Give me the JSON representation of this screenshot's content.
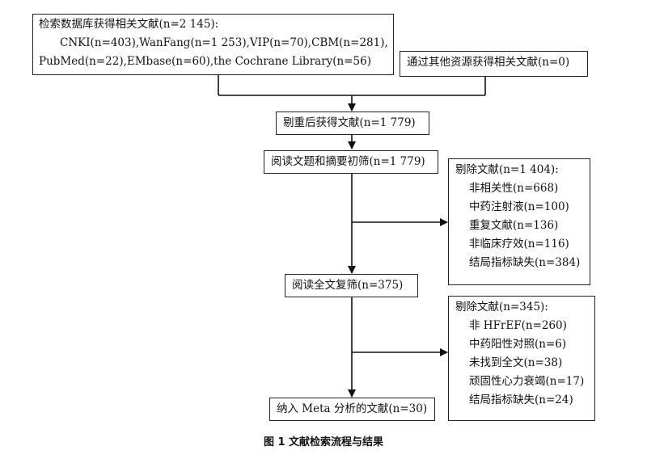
{
  "nodes": {
    "search": {
      "lines": [
        "检索数据库获得相关文献(n=2 145):",
        "CNKI(n=403),WanFang(n=1 253),VIP(n=70),CBM(n=281),",
        "PubMed(n=22),EMbase(n=60),the Cochrane Library(n=56)"
      ]
    },
    "other": "通过其他资源获得相关文献(n=0)",
    "dedup": "剔重后获得文献(n=1 779)",
    "screen1": "阅读文题和摘要初筛(n=1 779)",
    "exclude1": {
      "title": "剔除文献(n=1 404):",
      "items": [
        "非相关性(n=668)",
        "中药注射液(n=100)",
        "重复文献(n=136)",
        "非临床疗效(n=116)",
        "结局指标缺失(n=384)"
      ]
    },
    "screen2": "阅读全文复筛(n=375)",
    "exclude2": {
      "title": "剔除文献(n=345):",
      "items": [
        "非 HFrEF(n=260)",
        "中药阳性对照(n=6)",
        "未找到全文(n=38)",
        "顽固性心力衰竭(n=17)",
        "结局指标缺失(n=24)"
      ]
    },
    "included": "纳入 Meta 分析的文献(n=30)"
  },
  "caption": "图 1   文献检索流程与结果"
}
